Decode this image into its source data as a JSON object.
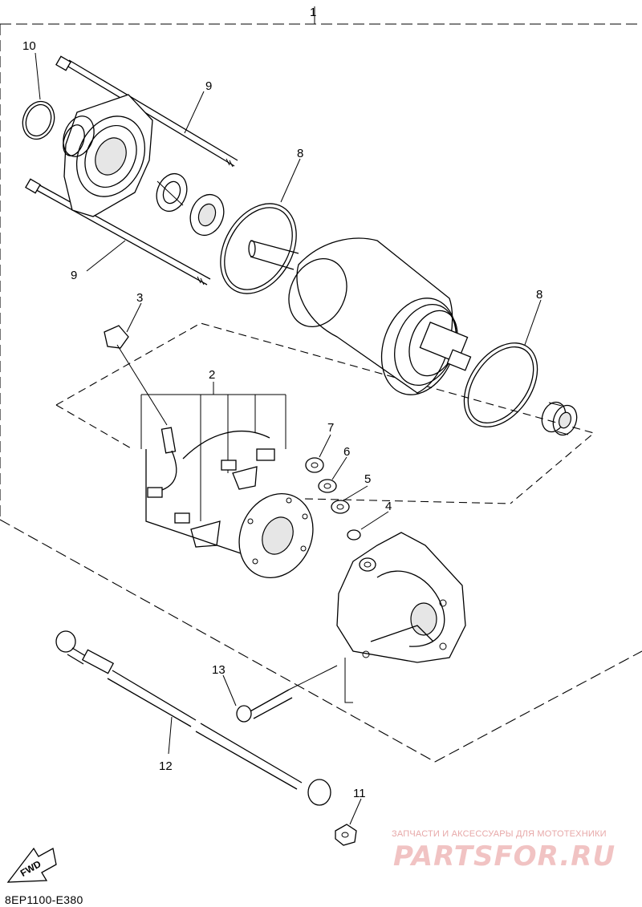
{
  "callouts": {
    "c1": "1",
    "c2": "2",
    "c3": "3",
    "c4": "4",
    "c5": "5",
    "c6": "6",
    "c7": "7",
    "c8a": "8",
    "c8b": "8",
    "c9a": "9",
    "c9b": "9",
    "c10": "10",
    "c11": "11",
    "c12": "12",
    "c13": "13"
  },
  "fwd_label": "FWD",
  "diagram_code": "8EP1100-E380",
  "watermark": {
    "caption": "ЗАПЧАСТИ И АКСЕССУАРЫ ДЛЯ МОТОТЕХНИКИ",
    "logo": "PARTSFOR.RU"
  },
  "colors": {
    "line": "#000000",
    "watermark": "#e7a8a8"
  }
}
